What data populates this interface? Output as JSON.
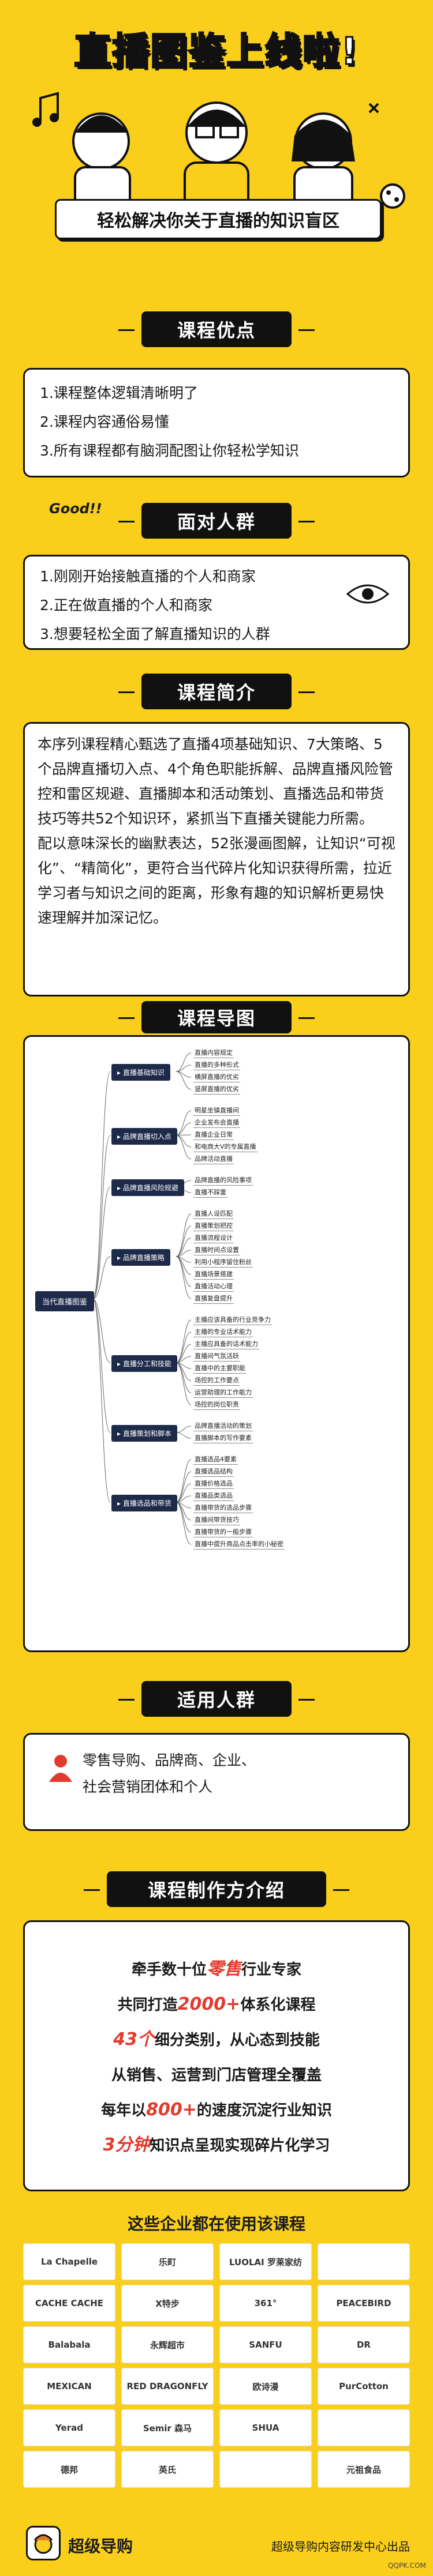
{
  "hero": {
    "title": "直播图鉴上线啦!",
    "subtitle": "轻松解决你关于直播的知识盲区"
  },
  "advantages": {
    "title": "课程优点",
    "items": [
      "1.课程整体逻辑清晰明了",
      "2.课程内容通俗易懂",
      "3.所有课程都有脑洞配图让你轻松学知识"
    ]
  },
  "audience": {
    "title": "面对人群",
    "doodle_text": "Good!!",
    "items": [
      "1.刚刚开始接触直播的个人和商家",
      "2.正在做直播的个人和商家",
      "3.想要轻松全面了解直播知识的人群"
    ]
  },
  "intro": {
    "title": "课程简介",
    "paragraphs": [
      "本序列课程精心甄选了直播4项基础知识、7大策略、5个品牌直播切入点、4个角色职能拆解、品牌直播风险管控和雷区规避、直播脚本和活动策划、直播选品和带货技巧等共52个知识环，紧抓当下直播关键能力所需。",
      "配以意味深长的幽默表达，52张漫画图解，让知识“可视化”、“精简化”，更符合当代碎片化知识获得所需，拉近学习者与知识之间的距离，形象有趣的知识解析更易快速理解并加深记忆。"
    ]
  },
  "mindmap": {
    "title": "课程导图",
    "root": "当代直播图鉴",
    "branches": [
      {
        "label": "直播基础知识",
        "leaves": [
          "直播内容规定",
          "直播的多种形式",
          "横屏直播的优劣",
          "竖屏直播的优劣"
        ]
      },
      {
        "label": "品牌直播切入点",
        "leaves": [
          "明星坐镇直播间",
          "企业发布会直播",
          "直播企业日常",
          "和电商大V的专属直播",
          "品牌活动直播"
        ]
      },
      {
        "label": "品牌直播风险规避",
        "leaves": [
          "品牌直播的风险事项",
          "直播不踩雷"
        ]
      },
      {
        "label": "品牌直播策略",
        "leaves": [
          "直播人设匹配",
          "直播策划把控",
          "直播流程设计",
          "直播时间点设置",
          "利用小程序留住粉丝",
          "直播场景搭建",
          "直播活动心理",
          "直播复盘提升"
        ]
      },
      {
        "label": "直播分工和技能",
        "leaves": [
          "主播应该具备的行业竞争力",
          "主播的专业话术能力",
          "主播应具备的话术能力",
          "直播间气氛活跃",
          "直播中的主要职能",
          "场控的工作要点",
          "运营助理的工作能力",
          "场控的岗位职责"
        ]
      },
      {
        "label": "直播策划和脚本",
        "leaves": [
          "品牌直播活动的策划",
          "直播脚本的写作要素"
        ]
      },
      {
        "label": "直播选品和带货",
        "leaves": [
          "直播选品4要素",
          "直播选品结构",
          "直播价格选品",
          "直播品类选品",
          "直播带货的选品步骤",
          "直播间带货技巧",
          "直播带货的一般步骤",
          "直播中提升商品点击率的小秘密"
        ]
      }
    ]
  },
  "who": {
    "title": "适用人群",
    "lines": [
      "零售导购、品牌商、企业、",
      "社会营销团体和个人"
    ]
  },
  "maker": {
    "title": "课程制作方介绍",
    "lines": [
      {
        "pre": "牵手数十位",
        "hl": "零售",
        "post": "行业专家"
      },
      {
        "pre": "共同打造",
        "hl": "2000+",
        "post": "体系化课程"
      },
      {
        "pre": "",
        "hl": "43个",
        "post": "细分类别，从心态到技能"
      },
      {
        "pre": "从销售、运营到门店管理全覆盖",
        "hl": "",
        "post": ""
      },
      {
        "pre": "每年以",
        "hl": "800+",
        "post": "的速度沉淀行业知识"
      },
      {
        "pre": "",
        "hl": "3分钟",
        "post": "知识点呈现实现碎片化学习"
      }
    ]
  },
  "logos": {
    "title": "这些企业都在使用该课程",
    "items": [
      "La Chapelle",
      "乐町",
      "LUOLAI 罗莱家纺",
      "",
      "CACHE CACHE",
      "X特步",
      "361°",
      "PEACEBIRD",
      "Balabala",
      "永辉超市",
      "SANFU",
      "DR",
      "MEXICAN",
      "RED DRAGONFLY",
      "欧诗漫",
      "PurCotton",
      "Yerad",
      "Semir 森马",
      "SHUA",
      "",
      "德邦",
      "英氏",
      "",
      "元祖食品"
    ]
  },
  "footer": {
    "brand": "超级导购",
    "right": "超级导购内容研发中心出品",
    "watermark": "QQPK.COM"
  },
  "colors": {
    "background": "#f9cf1c",
    "dark": "#111111",
    "highlight": "#e13b2d"
  }
}
